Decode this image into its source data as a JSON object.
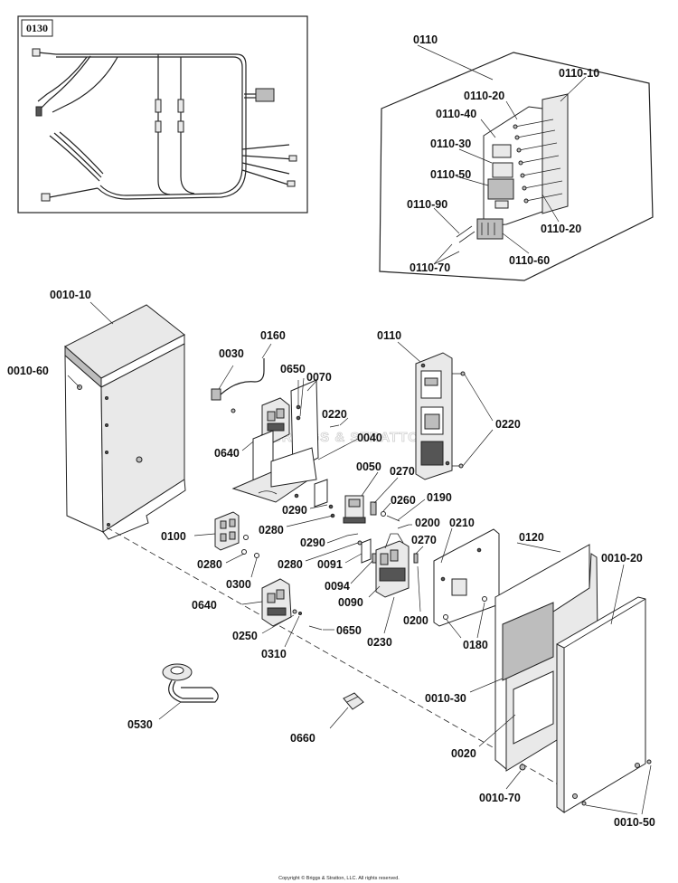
{
  "inset_label": "0130",
  "callouts": {
    "c0110_top": "0110",
    "c0110_10": "0110-10",
    "c0110_20a": "0110-20",
    "c0110_40": "0110-40",
    "c0110_30": "0110-30",
    "c0110_50": "0110-50",
    "c0110_20b": "0110-20",
    "c0110_90": "0110-90",
    "c0110_60": "0110-60",
    "c0110_70": "0110-70",
    "c0010_10": "0010-10",
    "c0010_60": "0010-60",
    "c0030": "0030",
    "c0160": "0160",
    "c0650a": "0650",
    "c0070": "0070",
    "c0110_main": "0110",
    "c0220a": "0220",
    "c0640a": "0640",
    "c0040": "0040",
    "c0220b": "0220",
    "c0050": "0050",
    "c0270a": "0270",
    "c0260": "0260",
    "c0190": "0190",
    "c0290a": "0290",
    "c0280a": "0280",
    "c0200a": "0200",
    "c0210": "0210",
    "c0100": "0100",
    "c0290b": "0290",
    "c0270b": "0270",
    "c0120": "0120",
    "c0010_20": "0010-20",
    "c0280b": "0280",
    "c0280c": "0280",
    "c0091": "0091",
    "c0300": "0300",
    "c0094": "0094",
    "c0640b": "0640",
    "c0090": "0090",
    "c0200b": "0200",
    "c0250": "0250",
    "c0650b": "0650",
    "c0310": "0310",
    "c0230": "0230",
    "c0180": "0180",
    "c0010_30": "0010-30",
    "c0530": "0530",
    "c0660": "0660",
    "c0020": "0020",
    "c0010_70": "0010-70",
    "c0010_50": "0010-50"
  },
  "watermark": "BRIGGS & STRATTON",
  "copyright": "Copyright © Briggs & Stratton, LLC. All rights reserved."
}
